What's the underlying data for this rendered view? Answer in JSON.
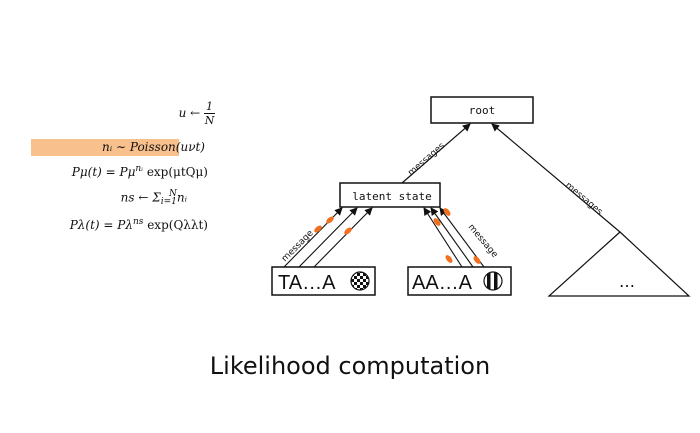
{
  "equations": {
    "eq1_lhs": "u ← ",
    "eq1_num": "1",
    "eq1_den": "N",
    "eq2": "nᵢ ∼ Poisson(uνt)",
    "eq3_a": "Pμ(t) = Pμ",
    "eq3_sup": "nᵢ",
    "eq3_b": " exp(μtQμ)",
    "eq4_a": "ns ← Σ",
    "eq4_sup": "N",
    "eq4_sub": "i=1",
    "eq4_b": "nᵢ",
    "eq5_a": "Pλ(t) = Pλ",
    "eq5_sup": "ns",
    "eq5_b": " exp(Qλλt)"
  },
  "diagram": {
    "root_label": "root",
    "latent_label": "latent state",
    "leaf1_seq": "TA…A",
    "leaf2_seq": "AA…A",
    "subtree_label": "…",
    "edge_label_root_left": "messages",
    "edge_label_root_right": "messages",
    "edge_label_leaf1": "message",
    "edge_label_leaf2": "message"
  },
  "colors": {
    "highlight": "#f8c08c",
    "message_dot": "#f07020",
    "line": "#111111"
  },
  "caption": "Likelihood computation"
}
